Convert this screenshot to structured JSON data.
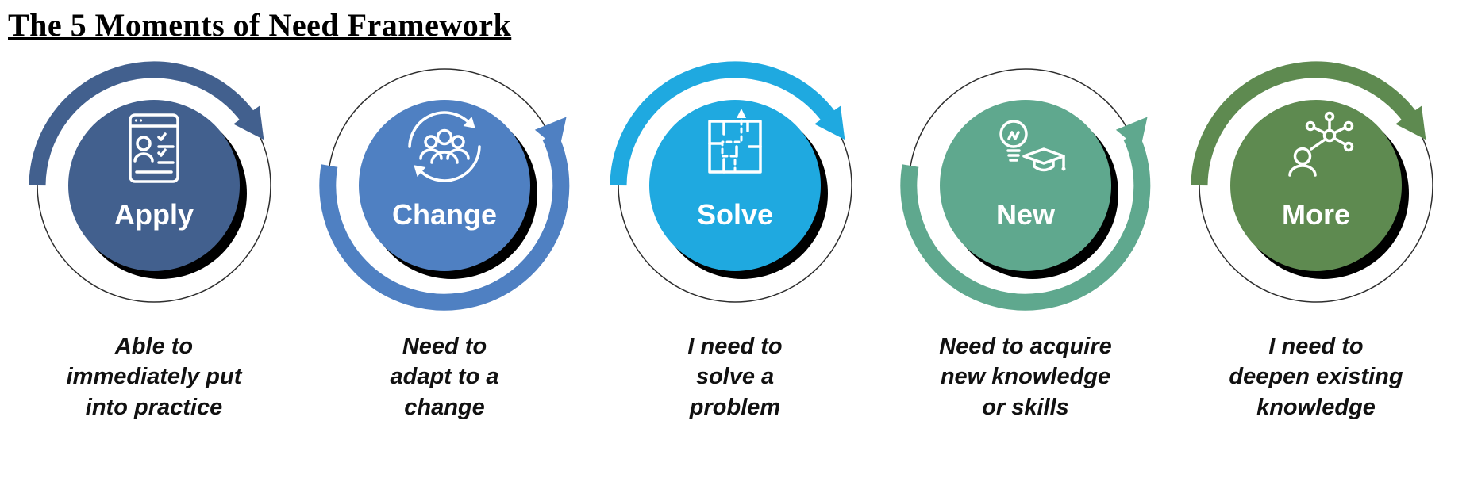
{
  "page": {
    "title": "The 5 Moments of Need Framework"
  },
  "moments": [
    {
      "label": "Apply",
      "description": "Able to\nimmediately put\ninto practice",
      "color": "#42608E",
      "icon": "form-checklist-icon",
      "arc_position": "top"
    },
    {
      "label": "Change",
      "description": "Need to\nadapt to a\nchange",
      "color": "#4F80C2",
      "icon": "people-cycle-icon",
      "arc_position": "bottom"
    },
    {
      "label": "Solve",
      "description": "I need to\nsolve a\nproblem",
      "color": "#1FA9E0",
      "icon": "maze-icon",
      "arc_position": "top"
    },
    {
      "label": "New",
      "description": "Need to acquire\nnew knowledge\nor skills",
      "color": "#5FA88E",
      "icon": "lightbulb-gradcap-icon",
      "arc_position": "bottom"
    },
    {
      "label": "More",
      "description": "I need to\ndeepen existing\nknowledge",
      "color": "#5E8A50",
      "icon": "knowledge-network-icon",
      "arc_position": "top"
    }
  ]
}
